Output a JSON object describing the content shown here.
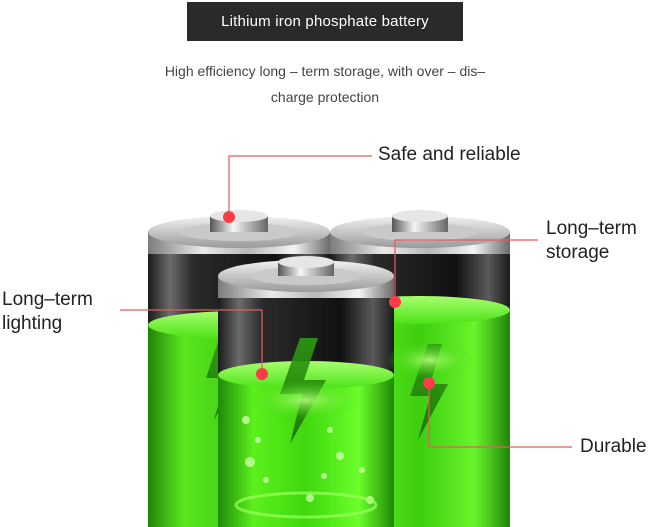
{
  "header": {
    "title": "Lithium iron phosphate battery",
    "subtitle_line1": "High efficiency long – term storage, with over – dis–",
    "subtitle_line2": "charge protection"
  },
  "callouts": {
    "safe": "Safe and reliable",
    "storage_line1": "Long–term",
    "storage_line2": "storage",
    "lighting_line1": "Long–term",
    "lighting_line2": "lighting",
    "durable": "Durable"
  },
  "colors": {
    "liquid": "#49e014",
    "callout_dot": "#ff3b4a",
    "callout_line": "#e85a5a",
    "badge": "#2a2a2a"
  },
  "icons": {
    "battery_symbol": "lightning-bolt-icon"
  }
}
